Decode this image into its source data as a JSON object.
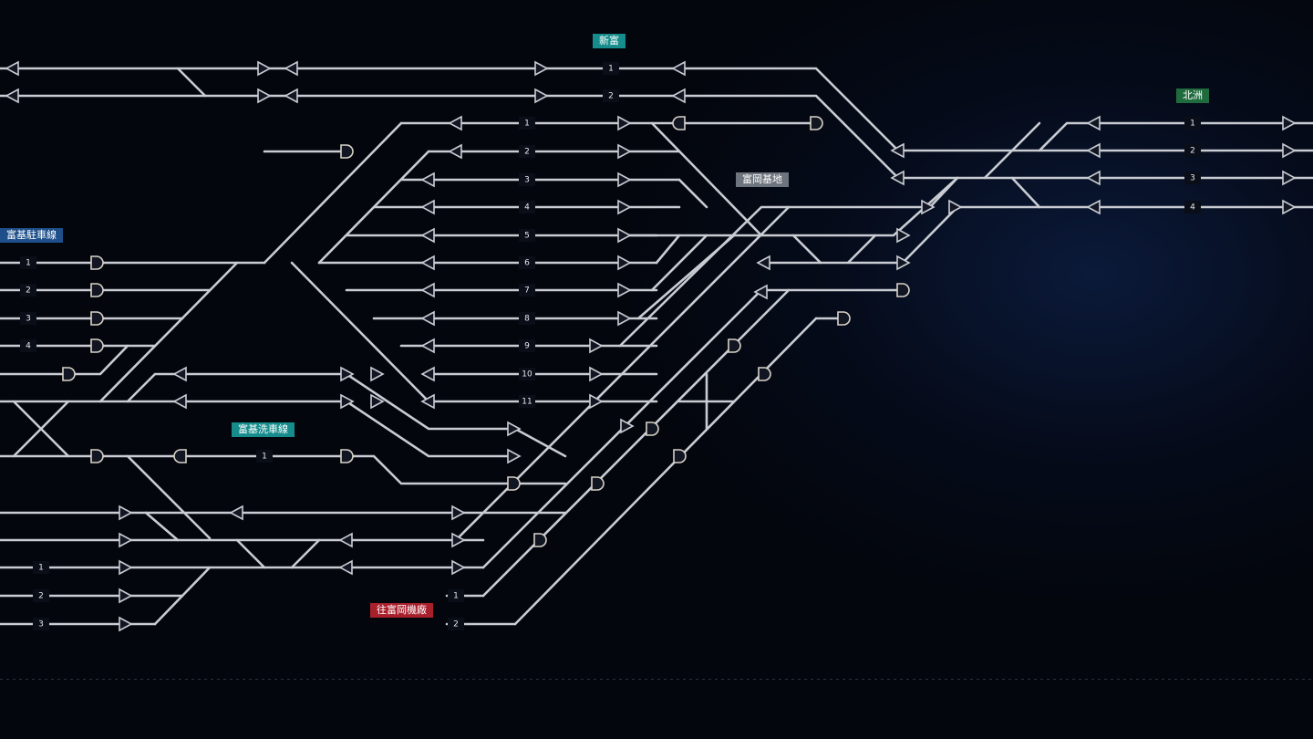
{
  "labels": {
    "xinfu": "新富",
    "beiji": "北洲",
    "depot": "富岡基地",
    "depot_side": "富基駐車線",
    "wash": "富基洗車線",
    "to_shop": "往富岡機廠"
  },
  "colors": {
    "track": "#c9ccd2",
    "teal": "#168c8c",
    "gray": "#6e747d",
    "red": "#a8202c",
    "green": "#1f6b3e"
  },
  "track_numbers": {
    "xinfu": [
      "1",
      "2"
    ],
    "yard": [
      "1",
      "2",
      "3",
      "4",
      "5",
      "6",
      "7",
      "8",
      "9",
      "10",
      "11"
    ],
    "beiji": [
      "1",
      "2",
      "3",
      "4"
    ],
    "side": [
      "1",
      "2",
      "3",
      "4"
    ],
    "wash": [
      "1"
    ],
    "lower": [
      "1",
      "2",
      "3"
    ],
    "shop": [
      "1",
      "2"
    ]
  }
}
